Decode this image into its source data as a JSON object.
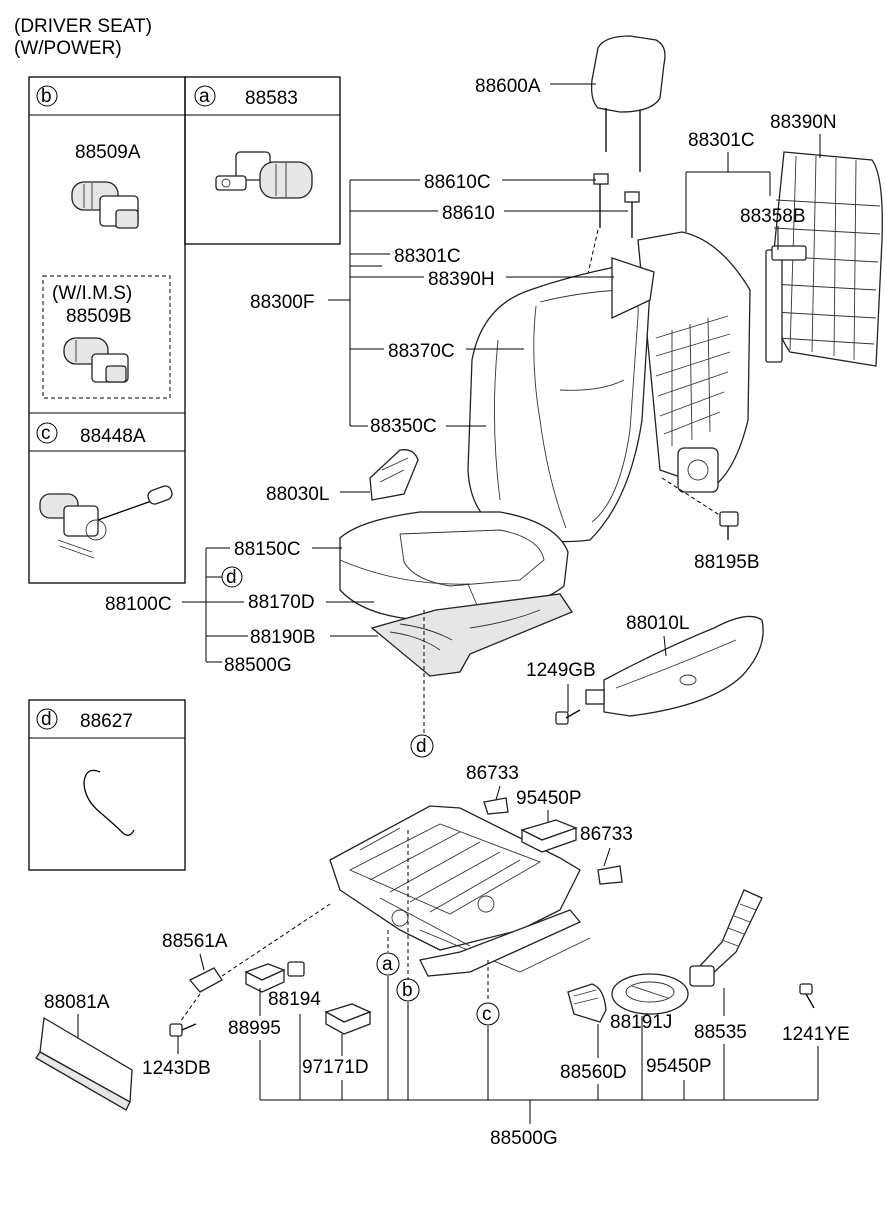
{
  "header": {
    "line1": "(DRIVER SEAT)",
    "line2": "(W/POWER)"
  },
  "callout_letters": {
    "a": "a",
    "b": "b",
    "c": "c",
    "d": "d"
  },
  "box_b": {
    "part_a": "88509A",
    "ims_label": "(W/I.M.S)",
    "part_b": "88509B"
  },
  "box_a": {
    "part": "88583"
  },
  "box_c": {
    "part": "88448A"
  },
  "box_d": {
    "part": "88627"
  },
  "parts": {
    "p88600A": "88600A",
    "p88301C_top": "88301C",
    "p88390N": "88390N",
    "p88610C": "88610C",
    "p88610": "88610",
    "p88358B": "88358B",
    "p88301C": "88301C",
    "p88390H": "88390H",
    "p88300F": "88300F",
    "p88370C": "88370C",
    "p88350C": "88350C",
    "p88030L": "88030L",
    "p88195B": "88195B",
    "p88150C": "88150C",
    "p88100C": "88100C",
    "p88170D": "88170D",
    "p88190B": "88190B",
    "p88500G_top": "88500G",
    "p88010L": "88010L",
    "p1249GB": "1249GB",
    "p86733_a": "86733",
    "p95450P_top": "95450P",
    "p86733_b": "86733",
    "p88561A": "88561A",
    "p88081A": "88081A",
    "p88194": "88194",
    "p88995": "88995",
    "p1243DB": "1243DB",
    "p97171D": "97171D",
    "p88191J": "88191J",
    "p88535": "88535",
    "p1241YE": "1241YE",
    "p88560D": "88560D",
    "p95450P_bot": "95450P",
    "p88500G_bot": "88500G"
  }
}
